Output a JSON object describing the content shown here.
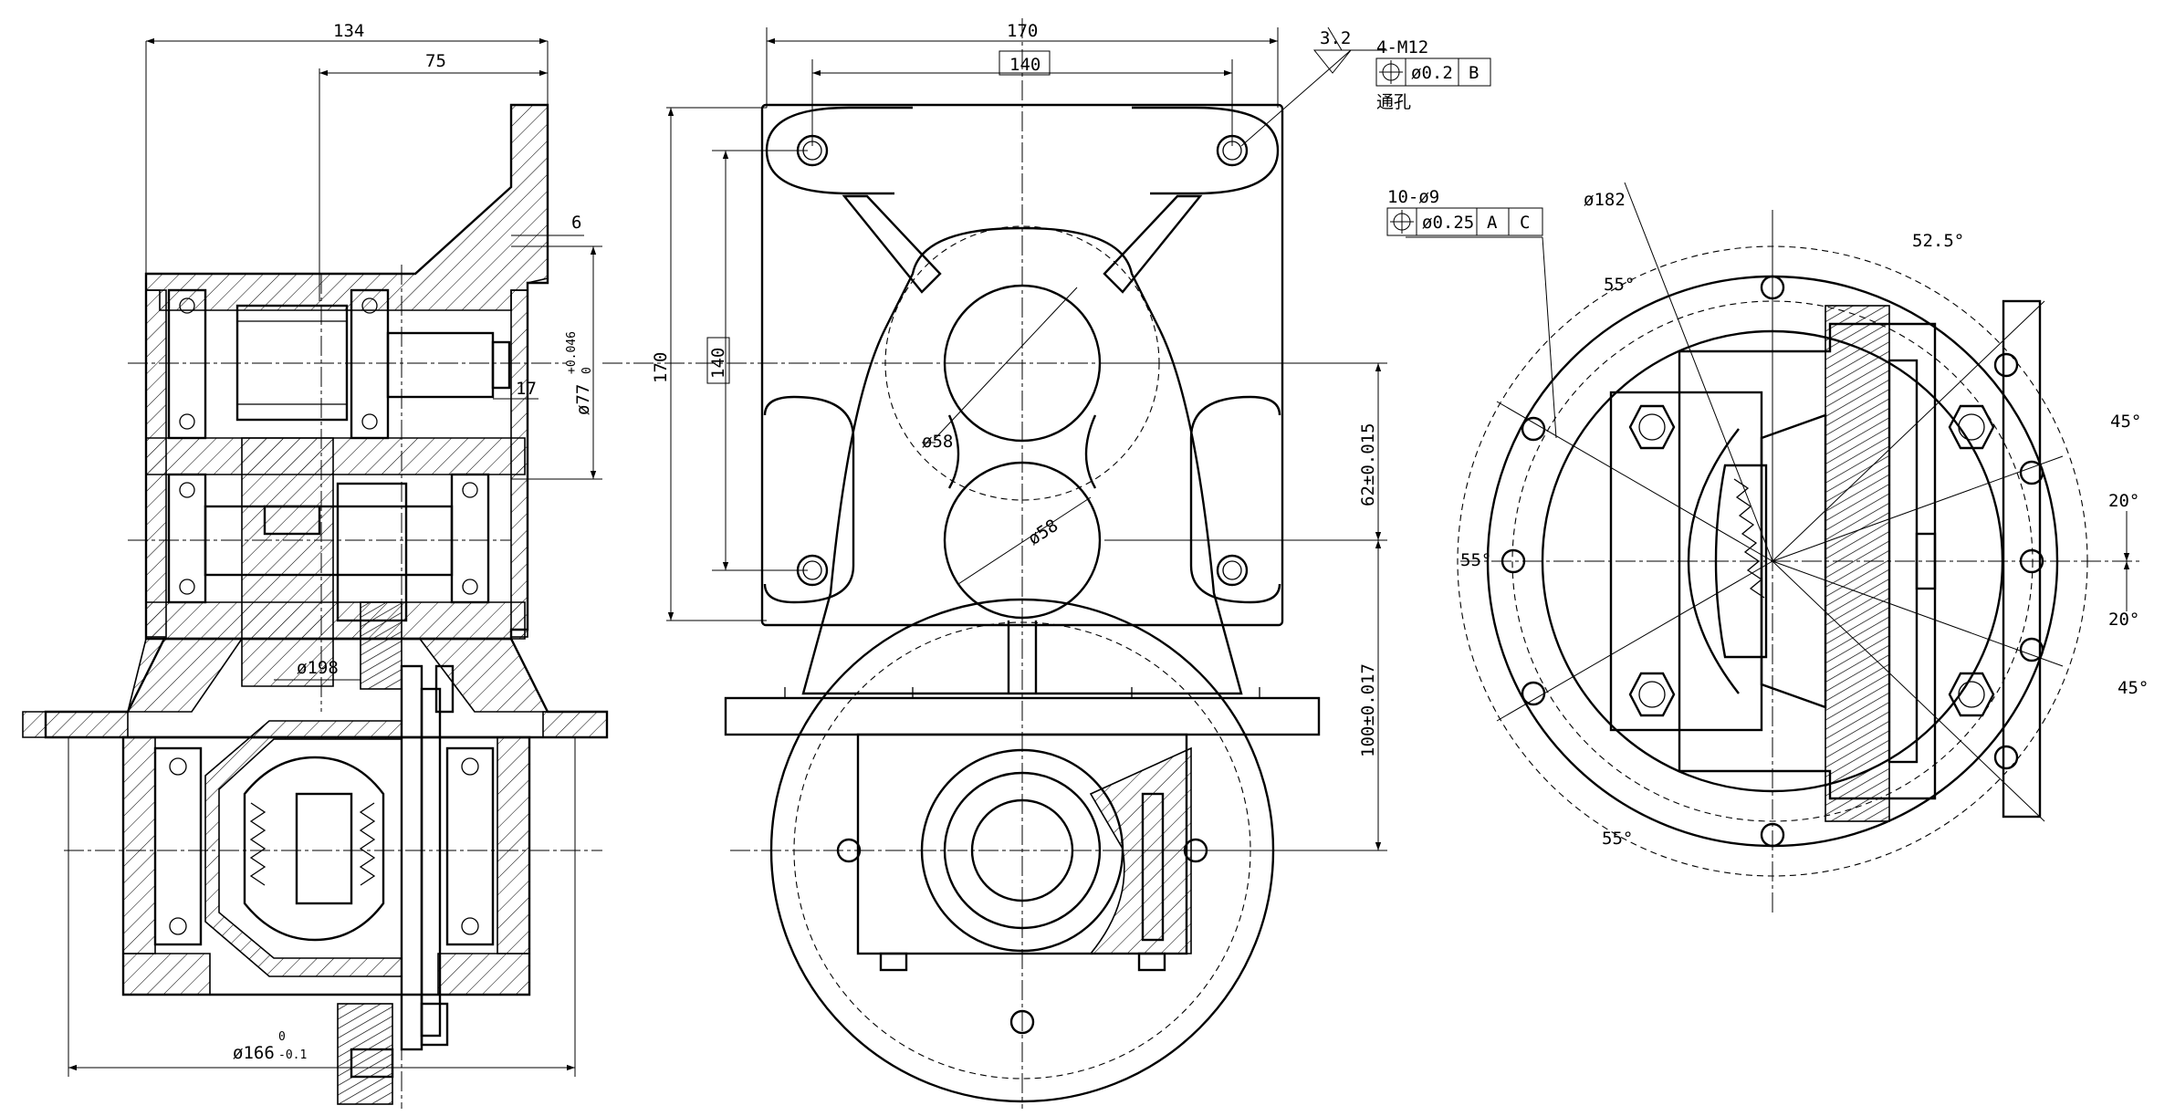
{
  "view_left": {
    "dims": {
      "overall_width": "134",
      "flange_offset": "75",
      "step": "6",
      "shaft_len": "17",
      "bore_dia": "ø77",
      "bore_tol_upper": "+0.046",
      "bore_tol_lower": "0",
      "gear_dia": "ø198",
      "base_dia": "ø166",
      "base_tol_upper": "0",
      "base_tol_lower": "-0.1"
    }
  },
  "view_front": {
    "dims": {
      "overall_width": "170",
      "hole_pitch": "140",
      "overall_height": "170",
      "hole_pitch_v": "140",
      "bore_upper": "ø58",
      "bore_lower": "ø58",
      "center_distance": "62±0.015",
      "axis_height": "100±0.017"
    },
    "callout": {
      "roughness": "3.2",
      "thread": "4-M12",
      "tolerance": "ø0.2",
      "datum": "B",
      "note": "通孔"
    }
  },
  "view_right": {
    "dims": {
      "holes": "10-ø9",
      "tolerance": "ø0.25",
      "datum_a": "A",
      "datum_c": "C",
      "pcd": "ø182",
      "ang_top": "52.5°",
      "ang_upper_left": "55°",
      "ang_left": "55°",
      "ang_lower_left": "55°",
      "ang_right_upper": "45°",
      "ang_right_mid_upper": "20°",
      "ang_right_mid_lower": "20°",
      "ang_right_lower": "45°"
    }
  }
}
